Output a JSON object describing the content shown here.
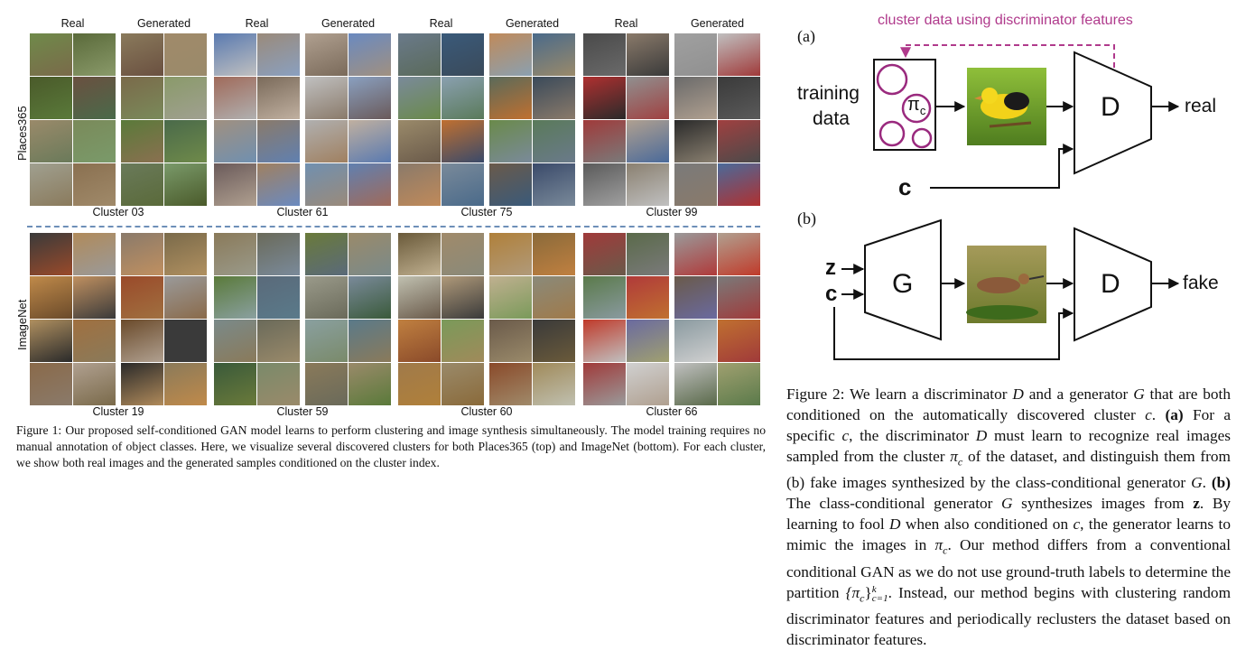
{
  "figure1": {
    "row_labels": [
      "Places365",
      "ImageNet"
    ],
    "col_real": "Real",
    "col_generated": "Generated",
    "clusters_top": [
      "Cluster 03",
      "Cluster 61",
      "Cluster 75",
      "Cluster 99"
    ],
    "clusters_bottom": [
      "Cluster 19",
      "Cluster 59",
      "Cluster 60",
      "Cluster 66"
    ],
    "caption": "Figure 1: Our proposed self-conditioned GAN model learns to perform clustering and image synthesis simultaneously. The model training requires no manual annotation of object classes. Here, we visualize several discovered clusters for both Places365 (top) and ImageNet (bottom). For each cluster, we show both real images and the generated samples conditioned on the cluster index."
  },
  "figure2": {
    "panel_a": "(a)",
    "panel_b": "(b)",
    "top_note": "cluster data using discriminator features",
    "training_line1": "training",
    "training_line2": "data",
    "pi_symbol": "π",
    "pi_sub": "c",
    "d_label": "D",
    "g_label": "G",
    "real_label": "real",
    "fake_label": "fake",
    "c_label": "c",
    "z_label": "z",
    "caption_1": "Figure 2: We learn a discriminator ",
    "caption_2": " and a generator ",
    "caption_3": " that are both conditioned on the automatically discovered cluster ",
    "caption_4": ". ",
    "caption_5": "(a)",
    "caption_6": " For a specific ",
    "caption_7": ", the discriminator ",
    "caption_8": " must learn to recognize real images sampled from the cluster ",
    "caption_9": " of the dataset, and distinguish them from (b) fake images synthesized by the class-conditional generator ",
    "caption_10": ". ",
    "caption_11": "(b)",
    "caption_12": " The class-conditional generator ",
    "caption_13": " synthesizes images from ",
    "caption_14": ". By learning to fool ",
    "caption_15": " when also conditioned on ",
    "caption_16": ", the generator learns to mimic the images in ",
    "caption_17": ". Our method differs from a conventional conditional GAN as we do not use ground-truth labels to determine the partition ",
    "caption_18": ". Instead, our method begins with clustering random discriminator features and periodically reclusters the dataset based on discriminator features.",
    "m_D": "D",
    "m_G": "G",
    "m_c": "c",
    "m_z": "z",
    "m_pic": "π",
    "m_pic_sub": "c",
    "m_partition": "{π",
    "m_partition_sub": "c",
    "m_partition_close": "}",
    "m_partition_range": "c=1",
    "m_partition_k": "k"
  },
  "palette": {
    "accent": "#b03a8c",
    "dash_blue": "#6d8fb8"
  }
}
